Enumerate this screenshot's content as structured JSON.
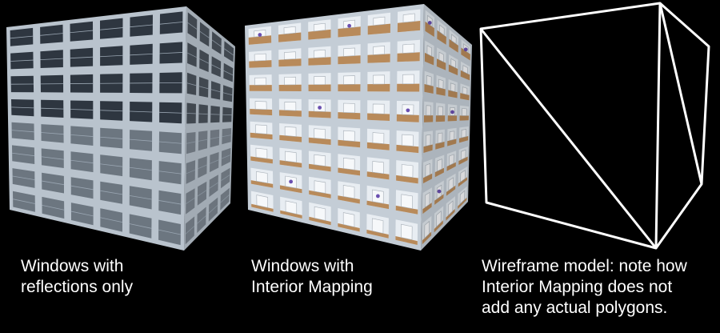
{
  "panels": [
    {
      "id": "reflections",
      "caption": "Windows with\nreflections only",
      "colors": {
        "frame": "#b9c3cd",
        "glass_dark": "#2e3640",
        "glass_light": "#6c7680"
      }
    },
    {
      "id": "interior",
      "caption": "Windows with\nInterior Mapping",
      "colors": {
        "frame": "#c4cdd6",
        "room_wall": "#e8edf2",
        "floor": "#b88a5a",
        "accent": "#6a4fb0"
      }
    },
    {
      "id": "wireframe",
      "caption": "Wireframe model: note how\nInterior Mapping does not\nadd any actual polygons.",
      "colors": {
        "line": "#ffffff"
      }
    }
  ]
}
